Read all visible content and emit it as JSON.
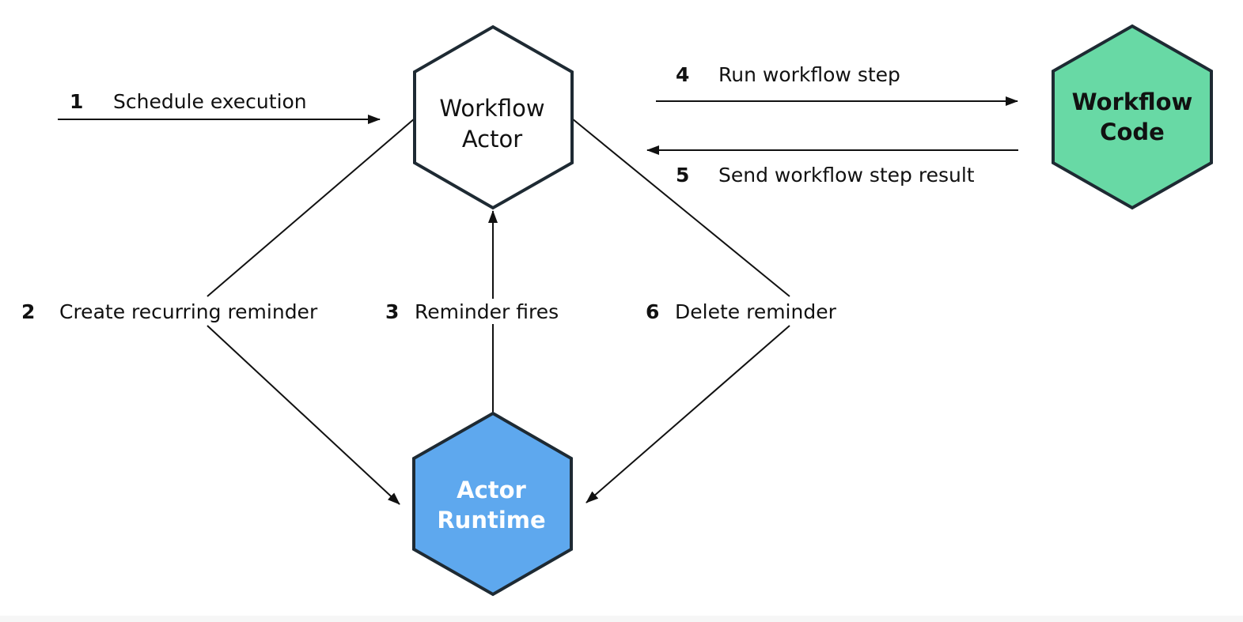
{
  "nodes": {
    "workflow_actor": {
      "line1": "Workflow",
      "line2": "Actor",
      "fill": "#ffffff",
      "text_color": "#111111"
    },
    "workflow_code": {
      "line1": "Workflow",
      "line2": "Code",
      "fill": "#68d9a5",
      "text_color": "#111111"
    },
    "actor_runtime": {
      "line1": "Actor",
      "line2": "Runtime",
      "fill": "#5ea8ee",
      "text_color": "#ffffff"
    }
  },
  "steps": {
    "s1": {
      "number": "1",
      "label": "Schedule execution"
    },
    "s2": {
      "number": "2",
      "label": "Create recurring reminder"
    },
    "s3": {
      "number": "3",
      "label": "Reminder fires"
    },
    "s4": {
      "number": "4",
      "label": "Run workflow step"
    },
    "s5": {
      "number": "5",
      "label": "Send workflow step result"
    },
    "s6": {
      "number": "6",
      "label": "Delete reminder"
    }
  },
  "colors": {
    "stroke": "#1e2a33",
    "edge": "#111111"
  }
}
